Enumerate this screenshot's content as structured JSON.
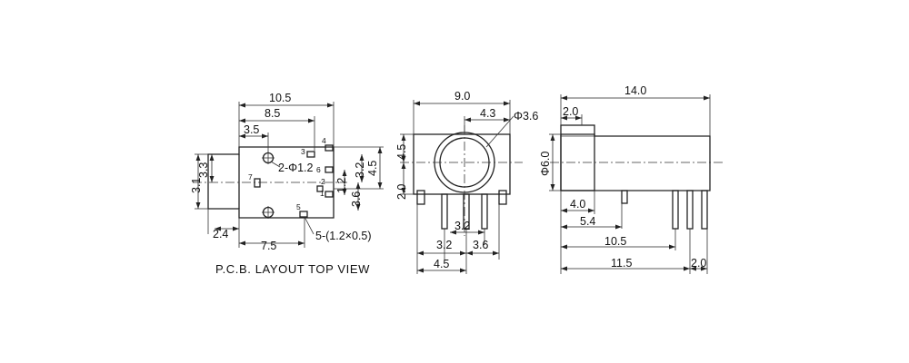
{
  "pcb_view": {
    "caption": "P.C.B. LAYOUT TOP VIEW",
    "dim_10_5": "10.5",
    "dim_8_5": "8.5",
    "dim_3_5": "3.5",
    "dim_3_3": "3.3",
    "dim_3_1": "3.1",
    "dim_2_4": "2.4",
    "dim_7_5": "7.5",
    "dim_4_5": "4.5",
    "dim_3_2": "3.2",
    "dim_1_2": "1.2",
    "dim_3_6": "3.6",
    "hole_note": "2-Φ1.2",
    "slot_note": "5-(1.2×0.5)",
    "pin_numbers": [
      "4",
      "3",
      "6",
      "2",
      "1",
      "7",
      "5"
    ]
  },
  "front_view": {
    "dim_9_0": "9.0",
    "dim_4_3": "4.3",
    "dim_phi_3_6": "Φ3.6",
    "dim_4_5": "4.5",
    "dim_2_0": "2.0",
    "dim_3_2_pins": "3.2",
    "dim_3_2_lower": "3.2",
    "dim_3_6": "3.6",
    "dim_4_5_bottom": "4.5"
  },
  "side_view": {
    "dim_14_0": "14.0",
    "dim_2_0_top": "2.0",
    "dim_phi_6_0": "Φ6.0",
    "dim_4_0": "4.0",
    "dim_5_4": "5.4",
    "dim_10_5": "10.5",
    "dim_11_5": "11.5",
    "dim_2_0_bottom": "2.0"
  }
}
